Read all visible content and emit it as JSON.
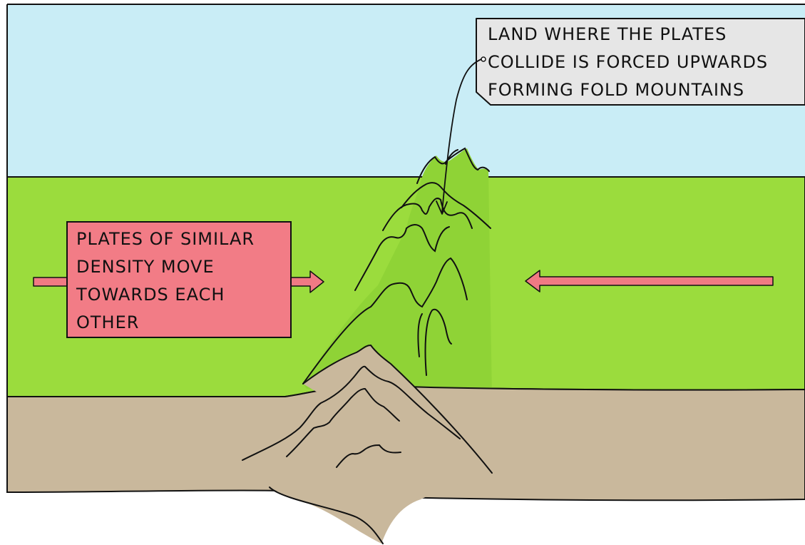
{
  "labels": {
    "plates_move": {
      "lines": [
        "PLATES OF SIMILAR",
        "DENSITY MOVE",
        "TOWARDS EACH",
        "OTHER"
      ]
    },
    "collision": {
      "lines": [
        "LAND WHERE THE PLATES",
        "COLLIDE IS FORCED UPWARDS",
        "FORMING FOLD MOUNTAINS"
      ]
    }
  },
  "colors": {
    "sky": "#c9edf6",
    "grass": "#9bdc3d",
    "rock": "#c9b89c",
    "arrow_fill": "#f07a84",
    "label_box_fill": "#f27c86",
    "callout_fill": "#e6e6e6",
    "outline": "#111111"
  }
}
